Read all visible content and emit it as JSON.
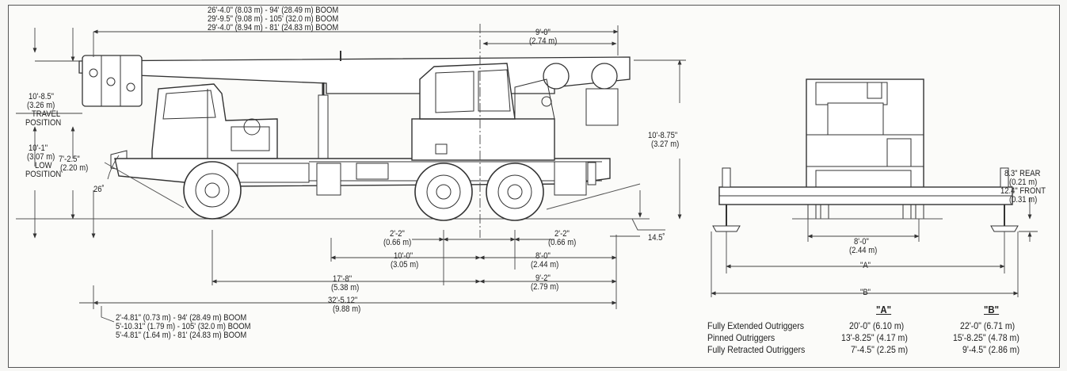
{
  "side_view": {
    "boom_lengths": {
      "line1": "26'-4.0\" (8.03 m) - 94' (28.49 m) BOOM",
      "line2": "29'-9.5\" (9.08 m) - 105' (32.0 m) BOOM",
      "line3": "29'-4.0\" (8.94 m) - 81' (24.83 m) BOOM"
    },
    "top_right_dim": {
      "ft": "9'-0\"",
      "m": "(2.74 m)"
    },
    "travel_position": {
      "ft": "10'-8.5\"",
      "m": "(3.26 m)",
      "l1": "TRAVEL",
      "l2": "POSITION"
    },
    "low_position": {
      "ft": "10'-1\"",
      "m": "(3.07 m)",
      "l1": "LOW",
      "l2": "POSITION"
    },
    "front_height": {
      "ft": "7'-2.5\"",
      "m": "(2.20 m)"
    },
    "angle_front": "26˚",
    "angle_rear": "14.5˚",
    "overall_height": {
      "ft": "10'-8.75\"",
      "m": "(3.27 m)"
    },
    "axle_left": {
      "ft": "2'-2\"",
      "m": "(0.66 m)"
    },
    "axle_right": {
      "ft": "2'-2\"",
      "m": "(0.66 m)"
    },
    "dim_10": {
      "ft": "10'-0\"",
      "m": "(3.05 m)"
    },
    "dim_8": {
      "ft": "8'-0\"",
      "m": "(2.44 m)"
    },
    "dim_17": {
      "ft": "17'-8\"",
      "m": "(5.38 m)"
    },
    "dim_9": {
      "ft": "9'-2\"",
      "m": "(2.79 m)"
    },
    "overall_length": {
      "ft": "32'-5.12\"",
      "m": "(9.88 m)"
    },
    "front_overhang": {
      "line1": "2'-4.81\" (0.73 m) - 94' (28.49 m) BOOM",
      "line2": "5'-10.31\" (1.79 m) - 105' (32.0 m) BOOM",
      "line3": "5'-4.81\" (1.64 m) - 81' (24.83 m) BOOM"
    }
  },
  "rear_view": {
    "rear_clear": {
      "ft": "8.3\" REAR",
      "m": "(0.21 m)"
    },
    "front_clear": {
      "ft": "12.4\" FRONT",
      "m": "(0.31 m)"
    },
    "track": {
      "ft": "8'-0\"",
      "m": "(2.44 m)"
    },
    "label_a": "\"A\"",
    "label_b": "\"B\""
  },
  "outrigger_table": {
    "col_a": "\"A\"",
    "col_b": "\"B\"",
    "rows": [
      {
        "label": "Fully Extended Outriggers",
        "a": "20'-0\" (6.10 m)",
        "b": "22'-0\" (6.71 m)"
      },
      {
        "label": "Pinned Outriggers",
        "a": "13'-8.25\" (4.17 m)",
        "b": "15'-8.25\" (4.78 m)"
      },
      {
        "label": "Fully Retracted Outriggers",
        "a": "7'-4.5\" (2.25 m)",
        "b": "9'-4.5\" (2.86 m)"
      }
    ]
  }
}
